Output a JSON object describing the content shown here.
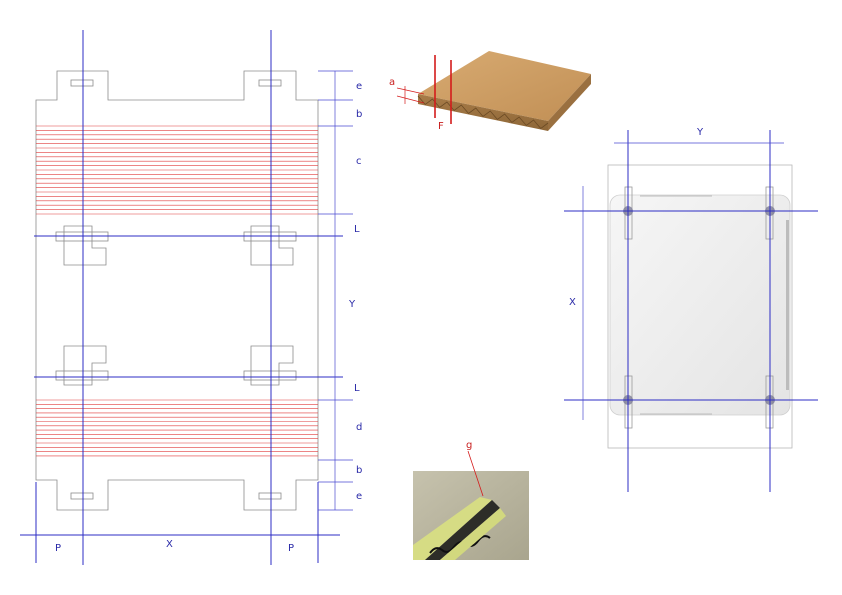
{
  "labels": {
    "e_top": "e",
    "b_top": "b",
    "c": "c",
    "L_top": "L",
    "Y_left": "Y",
    "L_bottom": "L",
    "d": "d",
    "b_bottom": "b",
    "e_bottom": "e",
    "P_left": "P",
    "X_bottom": "X",
    "P_right": "P",
    "a": "a",
    "F": "F",
    "g": "g",
    "Y_right": "Y",
    "X_right": "X"
  },
  "colors": {
    "guide": "#2c2cc4",
    "score": "#e03c3c",
    "cut": "#8c8c8c",
    "cardboard": "#c99a62",
    "foam": "#cdd27a"
  },
  "icons": [
    "cardboard-sheet-photo",
    "corrugated-edge-photo",
    "pallet-top-view"
  ]
}
